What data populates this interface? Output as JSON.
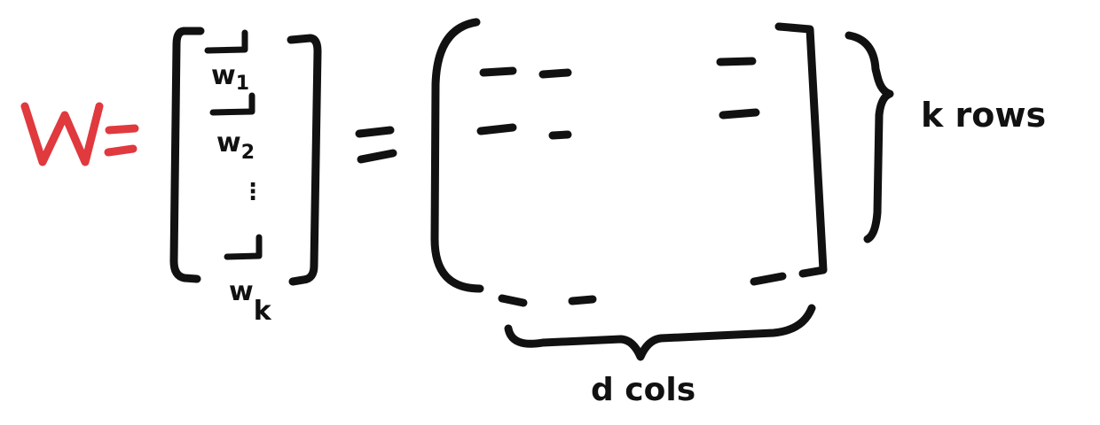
{
  "equation": {
    "lhs": "W",
    "rows": [
      {
        "name": "w",
        "sub": "1"
      },
      {
        "name": "w",
        "sub": "2"
      },
      {
        "name": "w",
        "sub": "k"
      }
    ],
    "vdots": "⋮",
    "row_count_label": "k rows",
    "col_count_label": "d cols"
  },
  "colors": {
    "lhs": "#e0393e",
    "ink": "#111111"
  }
}
